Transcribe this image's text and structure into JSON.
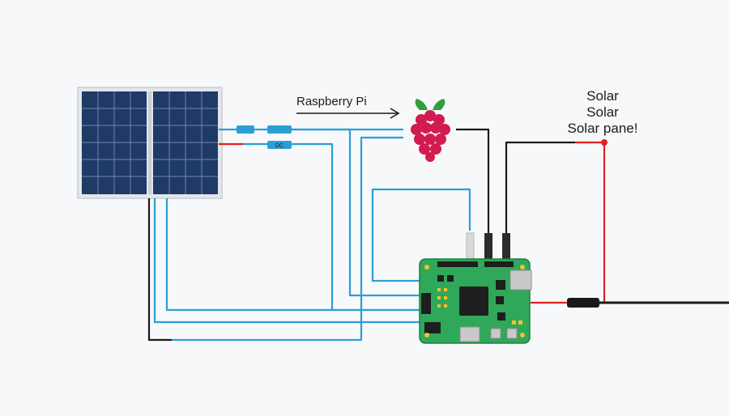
{
  "labels": {
    "pi_label": "Raspberry Pi",
    "solar_label_1": "Solar",
    "solar_label_2": "Solar",
    "solar_label_3": "Solar pane!",
    "connector_1": "",
    "connector_2": "",
    "connector_3": "DC"
  },
  "colors": {
    "background": "#f7f8fa",
    "wire_blue": "#2a9fd6",
    "wire_red": "#e02020",
    "wire_black": "#1a1a1a",
    "panel_cell": "#1f3a66",
    "panel_frame": "#d7dbe0",
    "board_green": "#2fa85a",
    "raspberry_red": "#d21b4e",
    "leaf_green": "#2f9e3f"
  },
  "icons": {
    "raspberry": "raspberry-pi-logo",
    "panel": "solar-panel",
    "board": "raspberry-pi-board"
  }
}
